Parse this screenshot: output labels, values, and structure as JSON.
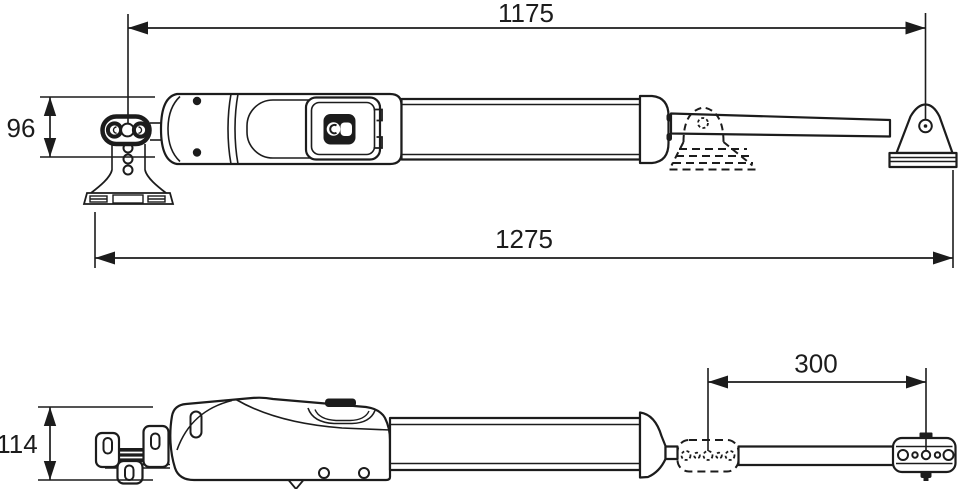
{
  "drawing": {
    "type": "technical-dimension-diagram",
    "subject": "swing-gate linear actuator, top view and side view",
    "background_color": "#ffffff",
    "line_color": "#1c1c1c",
    "top_view": {
      "dimensions": {
        "pin_to_pin": "1175",
        "rear_bracket_height": "96",
        "overall_length": "1275"
      }
    },
    "side_view": {
      "dimensions": {
        "rod_travel": "300",
        "body_height": "114"
      }
    }
  }
}
